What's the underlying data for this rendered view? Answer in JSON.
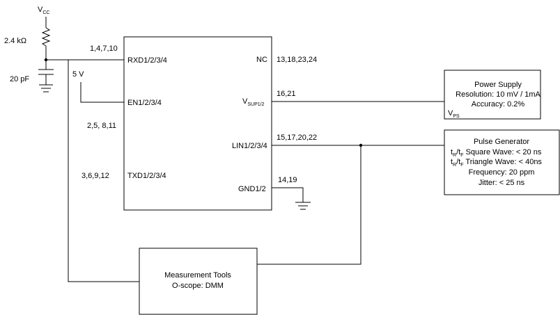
{
  "supply": {
    "vcc_main": "V",
    "vcc_sub": "CC",
    "resistor": "2.4 kΩ",
    "capacitor": "20 pF",
    "en_voltage": "5 V"
  },
  "ic": {
    "rxd_pins": "1,4,7,10",
    "rxd_label": "RXD1/2/3/4",
    "en_pins": "2,5, 8,11",
    "en_label": "EN1/2/3/4",
    "txd_pins": "3,6,9,12",
    "txd_label": "TXD1/2/3/4",
    "nc_label": "NC",
    "nc_pins": "13,18,23,24",
    "vsup_main": "V",
    "vsup_sub": "SUP1/2",
    "vsup_pins": "16,21",
    "lin_label": "LIN1/2/3/4",
    "lin_pins": "15,17,20,22",
    "gnd_label": "GND1/2",
    "gnd_pins": "14,19"
  },
  "power_supply": {
    "title": "Power Supply",
    "resolution": "Resolution: 10 mV / 1mA",
    "accuracy": "Accuracy: 0.2%",
    "vps_main": "V",
    "vps_sub": "PS"
  },
  "pulse_generator": {
    "title": "Pulse Generator",
    "square_prefix_t": "t",
    "square_sub_r": "R",
    "square_slash_t": "/t",
    "square_sub_f": "F",
    "square_rest": " Square Wave: < 20 ns",
    "triangle_prefix_t": "t",
    "triangle_sub_r": "R",
    "triangle_slash_t": "/t",
    "triangle_sub_f": "F",
    "triangle_rest": " Triangle Wave: < 40ns",
    "frequency": "Frequency: 20 ppm",
    "jitter": "Jitter: < 25 ns"
  },
  "measurement": {
    "title": "Measurement Tools",
    "subtitle": "O-scope: DMM"
  }
}
